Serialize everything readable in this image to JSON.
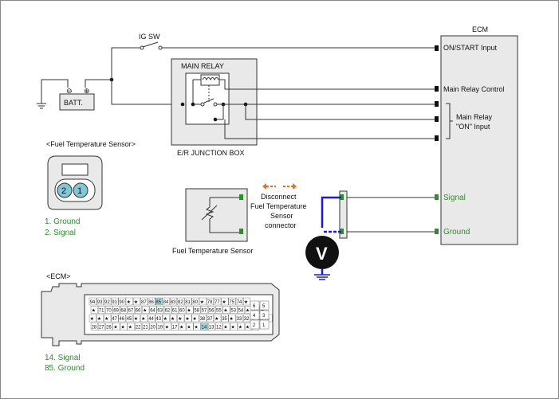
{
  "labels": {
    "ig_sw": "IG SW",
    "batt": "BATT.",
    "main_relay": "MAIN RELAY",
    "junction_box": "E/R JUNCTION BOX",
    "ecm": "ECM",
    "on_start_input": "ON/START Input",
    "main_relay_control": "Main Relay Control",
    "main_relay_on_input_1": "Main Relay",
    "main_relay_on_input_2": "\"ON\" Input",
    "signal": "Signal",
    "ground": "Ground",
    "disconnect_1": "Disconnect",
    "disconnect_2": "Fuel Temperature",
    "disconnect_3": "Sensor",
    "disconnect_4": "connector",
    "fuel_temp_sensor": "Fuel Temperature Sensor",
    "voltmeter": "V"
  },
  "sensor_connector": {
    "title": "<Fuel Temperature Sensor>",
    "pin_left": "2",
    "pin_right": "1",
    "legend": [
      "1. Ground",
      "2. Signal"
    ]
  },
  "ecm_connector": {
    "title": "<ECM>",
    "legend": [
      "14. Signal",
      "85. Ground"
    ],
    "row1": [
      "94",
      "93",
      "92",
      "91",
      "90",
      "★",
      "★",
      "87",
      "86",
      "85",
      "84",
      "83",
      "82",
      "81",
      "80",
      "★",
      "78",
      "77",
      "★",
      "75",
      "74",
      "★"
    ],
    "row2": [
      "★",
      "71",
      "70",
      "69",
      "68",
      "67",
      "66",
      "★",
      "64",
      "63",
      "62",
      "61",
      "60",
      "★",
      "58",
      "57",
      "56",
      "55",
      "★",
      "53",
      "54",
      "★",
      "52",
      "★"
    ],
    "row3": [
      "★",
      "★",
      "★",
      "47",
      "46",
      "45",
      "★",
      "★",
      "44",
      "43",
      "★",
      "★",
      "★",
      "★",
      "★",
      "38",
      "37",
      "★",
      "35",
      "★",
      "33",
      "32",
      "★",
      "30",
      "★"
    ],
    "row4": [
      "28",
      "27",
      "26",
      "★",
      "★",
      "★",
      "22",
      "21",
      "20",
      "19",
      "★",
      "17",
      "★",
      "★",
      "★",
      "14",
      "13",
      "12",
      "★",
      "★",
      "★",
      "★",
      "7"
    ],
    "side": [
      "6",
      "5",
      "4",
      "3",
      "2",
      "1"
    ],
    "highlight": [
      "85",
      "14"
    ]
  },
  "colors": {
    "green_label": "#2e8b2e",
    "blue_probe": "#1a1adc",
    "arrow_orange": "#f26a1b",
    "box_fill": "#e9e9e9",
    "pin_green": "#2e8b2e"
  }
}
